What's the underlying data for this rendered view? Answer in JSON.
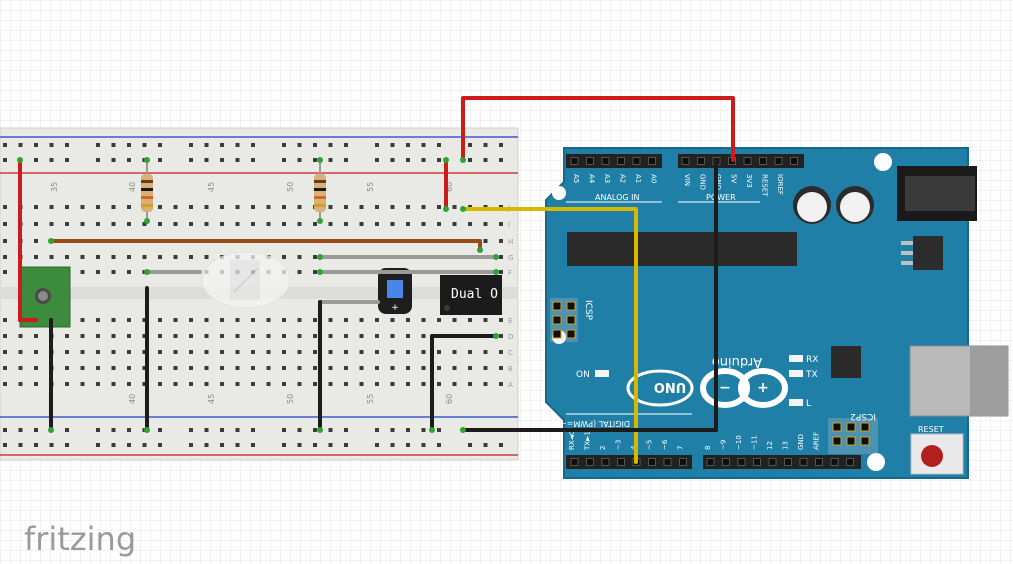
{
  "app": {
    "logo_text": "fritzing"
  },
  "breadboard": {
    "column_labels": [
      "35",
      "40",
      "45",
      "50",
      "55",
      "60"
    ],
    "row_labels_right": [
      "J",
      "I",
      "H",
      "G",
      "F",
      "E",
      "D",
      "C",
      "B",
      "A"
    ]
  },
  "chip": {
    "label": "Dual O"
  },
  "arduino": {
    "analog_pins": [
      "A5",
      "A4",
      "A3",
      "A2",
      "A1",
      "A0"
    ],
    "analog_title": "ANALOG IN",
    "power_pins": [
      "VIN",
      "GND",
      "GND",
      "5V",
      "3V3",
      "RESET",
      "IOREF"
    ],
    "power_title": "POWER",
    "icsp_label": "ICSP",
    "icsp2_label": "ICSP2",
    "brand": "Arduino",
    "model": "UNO",
    "on_label": "ON",
    "tx_label": "TX",
    "rx_label": "RX",
    "l_label": "L",
    "reset_label": "RESET",
    "digital_title": "DIGITAL (PWM=~)",
    "digital_pins_low": [
      "RX◄0",
      "TX►1",
      "2",
      "~3",
      "4",
      "~5",
      "~6",
      "7"
    ],
    "digital_pins_high": [
      "8",
      "~9",
      "~10",
      "~11",
      "12",
      "13",
      "GND",
      "AREF"
    ]
  },
  "colors": {
    "board_blue": "#1f7fa6",
    "wire_red": "#cc1b1b",
    "wire_black": "#1c1c1c",
    "wire_yellow": "#d7b800",
    "wire_brown": "#9a4a16",
    "wire_gray": "#9a9a9a"
  }
}
